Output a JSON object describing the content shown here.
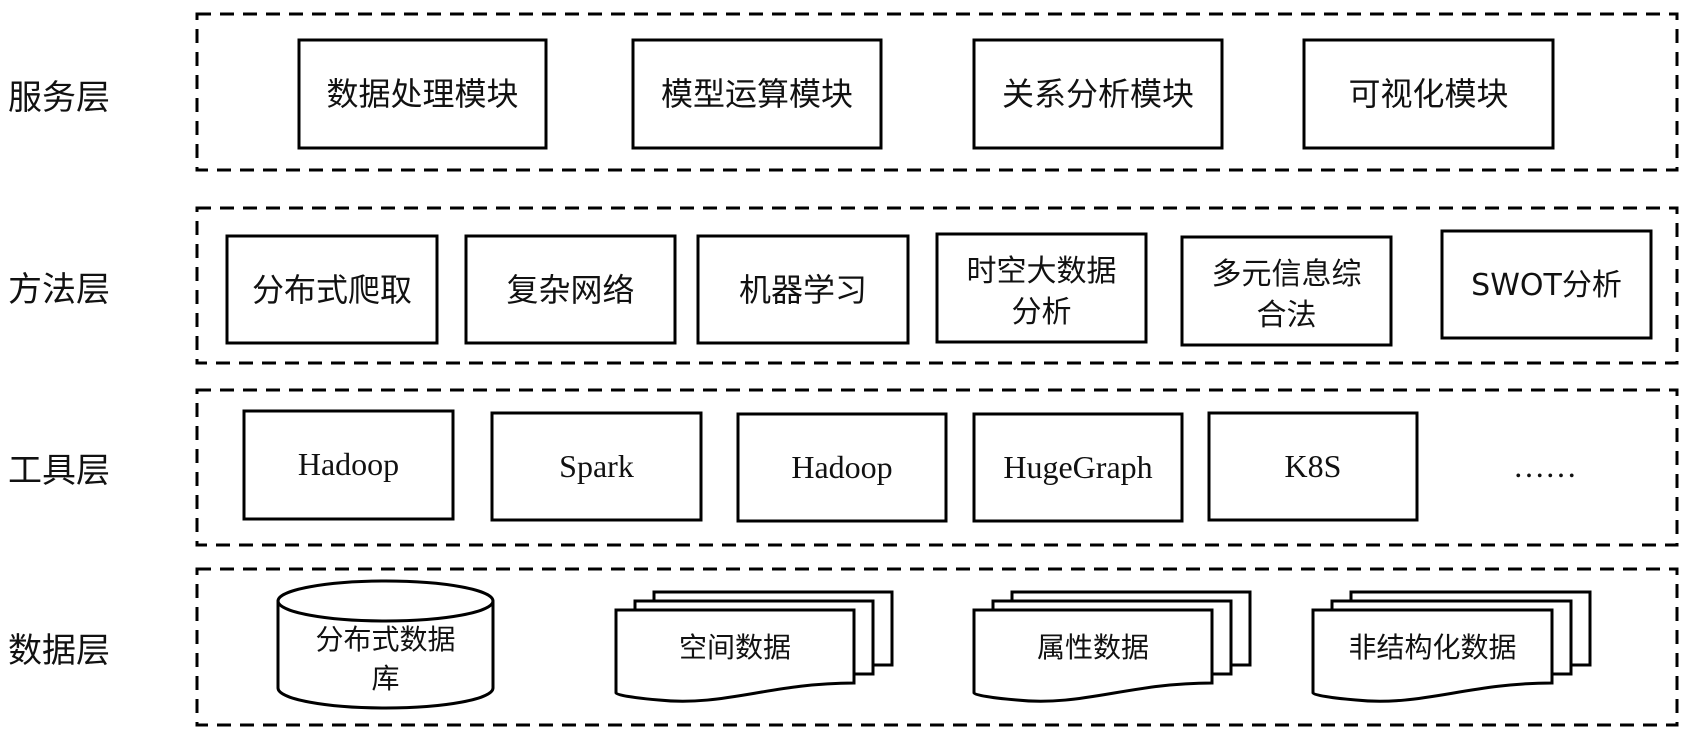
{
  "diagram": {
    "type": "layered-architecture",
    "layers": [
      {
        "id": "service",
        "label": "服务层",
        "items": [
          {
            "label": "数据处理模块",
            "shape": "rect"
          },
          {
            "label": "模型运算模块",
            "shape": "rect"
          },
          {
            "label": "关系分析模块",
            "shape": "rect"
          },
          {
            "label": "可视化模块",
            "shape": "rect"
          }
        ]
      },
      {
        "id": "method",
        "label": "方法层",
        "items": [
          {
            "label": "分布式爬取",
            "shape": "rect"
          },
          {
            "label": "复杂网络",
            "shape": "rect"
          },
          {
            "label": "机器学习",
            "shape": "rect"
          },
          {
            "label": "时空大数据分析",
            "lines": [
              "时空大数据",
              "分析"
            ],
            "shape": "rect"
          },
          {
            "label": "多元信息综合法",
            "lines": [
              "多元信息综",
              "合法"
            ],
            "shape": "rect"
          },
          {
            "label": "SWOT分析",
            "shape": "rect"
          }
        ]
      },
      {
        "id": "tool",
        "label": "工具层",
        "items": [
          {
            "label": "Hadoop",
            "shape": "rect"
          },
          {
            "label": "Spark",
            "shape": "rect"
          },
          {
            "label": "Hadoop",
            "shape": "rect"
          },
          {
            "label": "HugeGraph",
            "shape": "rect"
          },
          {
            "label": "K8S",
            "shape": "rect"
          },
          {
            "label": "……",
            "shape": "none"
          }
        ]
      },
      {
        "id": "data",
        "label": "数据层",
        "items": [
          {
            "label": "分布式数据库",
            "lines": [
              "分布式数据",
              "库"
            ],
            "shape": "cylinder"
          },
          {
            "label": "空间数据",
            "shape": "multi-document"
          },
          {
            "label": "属性数据",
            "shape": "multi-document"
          },
          {
            "label": "非结构化数据",
            "shape": "multi-document"
          }
        ]
      }
    ]
  },
  "colors": {
    "stroke": "#000000",
    "text": "#111111",
    "background": "#ffffff"
  }
}
